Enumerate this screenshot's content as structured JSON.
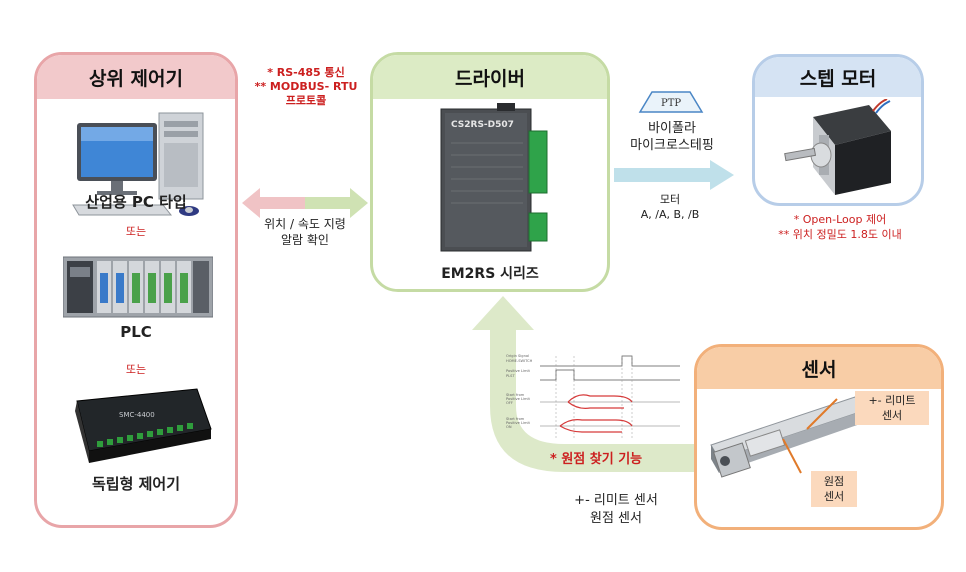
{
  "host": {
    "title": "상위 제어기",
    "items": [
      {
        "label": "산업용 PC 타입"
      },
      {
        "label": "PLC"
      },
      {
        "label": "독립형 제어기"
      }
    ],
    "or_label_1": "또는",
    "or_label_2": "또는",
    "controller_board_text": "SMC-4400"
  },
  "protocol": {
    "line1": "* RS-485 통신",
    "line2": "** MODBUS- RTU",
    "line3": "프로토콜"
  },
  "link_host_driver": {
    "line1": "위치 / 속도 지령",
    "line2": "알람 확인"
  },
  "driver": {
    "title": "드라이버",
    "series": "EM2RS 시리즈",
    "model_text": "CS2RS-D507"
  },
  "ptp": {
    "profile_label": "PTP",
    "line1": "바이폴라",
    "line2": "마이크로스테핑"
  },
  "motor_link": {
    "line1": "모터",
    "line2": "A, /A, B, /B"
  },
  "stepper": {
    "title": "스텝 모터",
    "note1": "* Open-Loop 제어",
    "note2": "** 위치 정밀도 1.8도 이내"
  },
  "homing": {
    "caption": "* 원점 찾기 기능",
    "timing_labels": [
      "Origin Signal",
      "HOME-SWITCH",
      "Positive Limit",
      "PLST",
      "Start from",
      "Positive Limit",
      "OFF",
      "Start from",
      "Positive Limit",
      "ON"
    ]
  },
  "sensor_link": {
    "line1": "+- 리미트 센서",
    "line2": "원점 센서"
  },
  "sensor": {
    "title": "센서",
    "limit_label_line1": "+- 리미트",
    "limit_label_line2": "센서",
    "origin_label_line1": "원점",
    "origin_label_line2": "센서"
  },
  "colors": {
    "host_panel": "#e8a5a8",
    "host_head": "#f2c9cb",
    "driver_panel": "#c5dba4",
    "driver_head": "#dcebc5",
    "motor_panel": "#b7cde8",
    "motor_head": "#d5e3f3",
    "sensor_panel": "#f2b07a",
    "sensor_head": "#f8cda6",
    "note_red": "#cc1f1f",
    "arrow_blue": "#bfe0ea",
    "arrow_green": "#dde9c9",
    "label_box": "#fbd9bd"
  }
}
